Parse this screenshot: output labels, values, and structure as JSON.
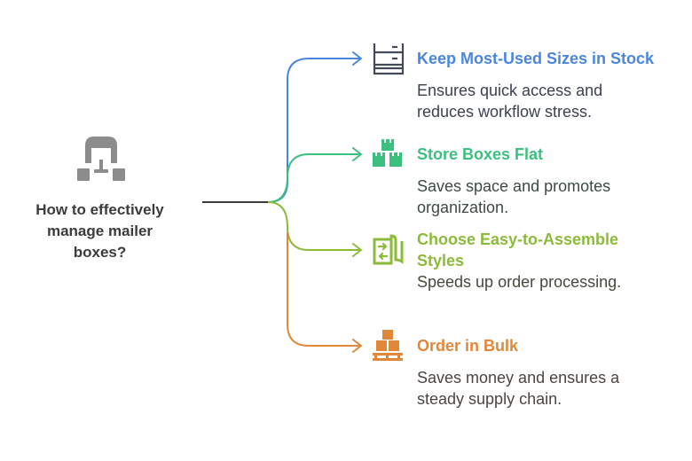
{
  "diagram": {
    "root": {
      "label_lines": [
        "How to effectively",
        "manage mailer",
        "boxes?"
      ],
      "icon": "hierarchy-icon",
      "color": "#8c8c8c",
      "text_color": "#3b3b3b"
    },
    "trunk_color": "#3b3b3b",
    "branches": [
      {
        "title": "Keep Most-Used Sizes in Stock",
        "title_lines": [
          "Keep Most-Used Sizes in Stock"
        ],
        "description_lines": [
          "Ensures quick access and",
          "reduces workflow stress."
        ],
        "icon": "filing-cabinet-icon",
        "color": "#4a86de",
        "icon_color": "#434a57",
        "desc_color": "#3b4250"
      },
      {
        "title": "Store Boxes Flat",
        "title_lines": [
          "Store Boxes Flat"
        ],
        "description_lines": [
          "Saves space and promotes",
          "organization."
        ],
        "icon": "stacked-boxes-icon",
        "color": "#3cc07f",
        "icon_color": "#3cc07f",
        "desc_color": "#3d4a45"
      },
      {
        "title": "Choose Easy-to-Assemble Styles",
        "title_lines": [
          "Choose Easy-to-Assemble",
          "Styles"
        ],
        "description_lines": [
          "Speeds up order processing."
        ],
        "icon": "folding-panel-icon",
        "color": "#8cbb3a",
        "icon_color": "#8cbb3a",
        "desc_color": "#454a3d"
      },
      {
        "title": "Order in Bulk",
        "title_lines": [
          "Order in Bulk"
        ],
        "description_lines": [
          "Saves money and ensures a",
          "steady supply chain."
        ],
        "icon": "pallet-boxes-icon",
        "color": "#e0883a",
        "icon_color": "#e0883a",
        "desc_color": "#4d4540"
      }
    ]
  }
}
